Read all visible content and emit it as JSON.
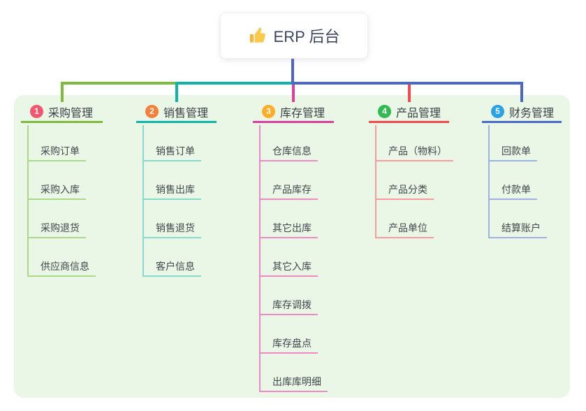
{
  "root": {
    "label": "ERP 后台",
    "icon": "thumbs-up"
  },
  "connector_color": "#4f63cb",
  "panel_color": "#ebf7e6",
  "branches": [
    {
      "number": "1",
      "label": "采购管理",
      "badge_color": "#f2566e",
      "line_color": "#7fba3f",
      "light_color": "#a9d989",
      "children": [
        "采购订单",
        "采购入库",
        "采购退货",
        "供应商信息"
      ]
    },
    {
      "number": "2",
      "label": "销售管理",
      "badge_color": "#f5803c",
      "line_color": "#0fb5a6",
      "light_color": "#86d9cf",
      "children": [
        "销售订单",
        "销售出库",
        "销售退货",
        "客户信息"
      ]
    },
    {
      "number": "3",
      "label": "库存管理",
      "badge_color": "#ffac26",
      "line_color": "#d83f9f",
      "light_color": "#ef8ac5",
      "children": [
        "仓库信息",
        "产品库存",
        "其它出库",
        "其它入库",
        "库存调拨",
        "库存盘点",
        "出库库明细"
      ]
    },
    {
      "number": "4",
      "label": "产品管理",
      "badge_color": "#31ba52",
      "line_color": "#f4484f",
      "light_color": "#f99a9d",
      "children": [
        "产品（物料）",
        "产品分类",
        "产品单位"
      ]
    },
    {
      "number": "5",
      "label": "财务管理",
      "badge_color": "#2aa2e5",
      "line_color": "#4a68c8",
      "light_color": "#9db1e2",
      "children": [
        "回款单",
        "付款单",
        "结算账户"
      ]
    }
  ]
}
